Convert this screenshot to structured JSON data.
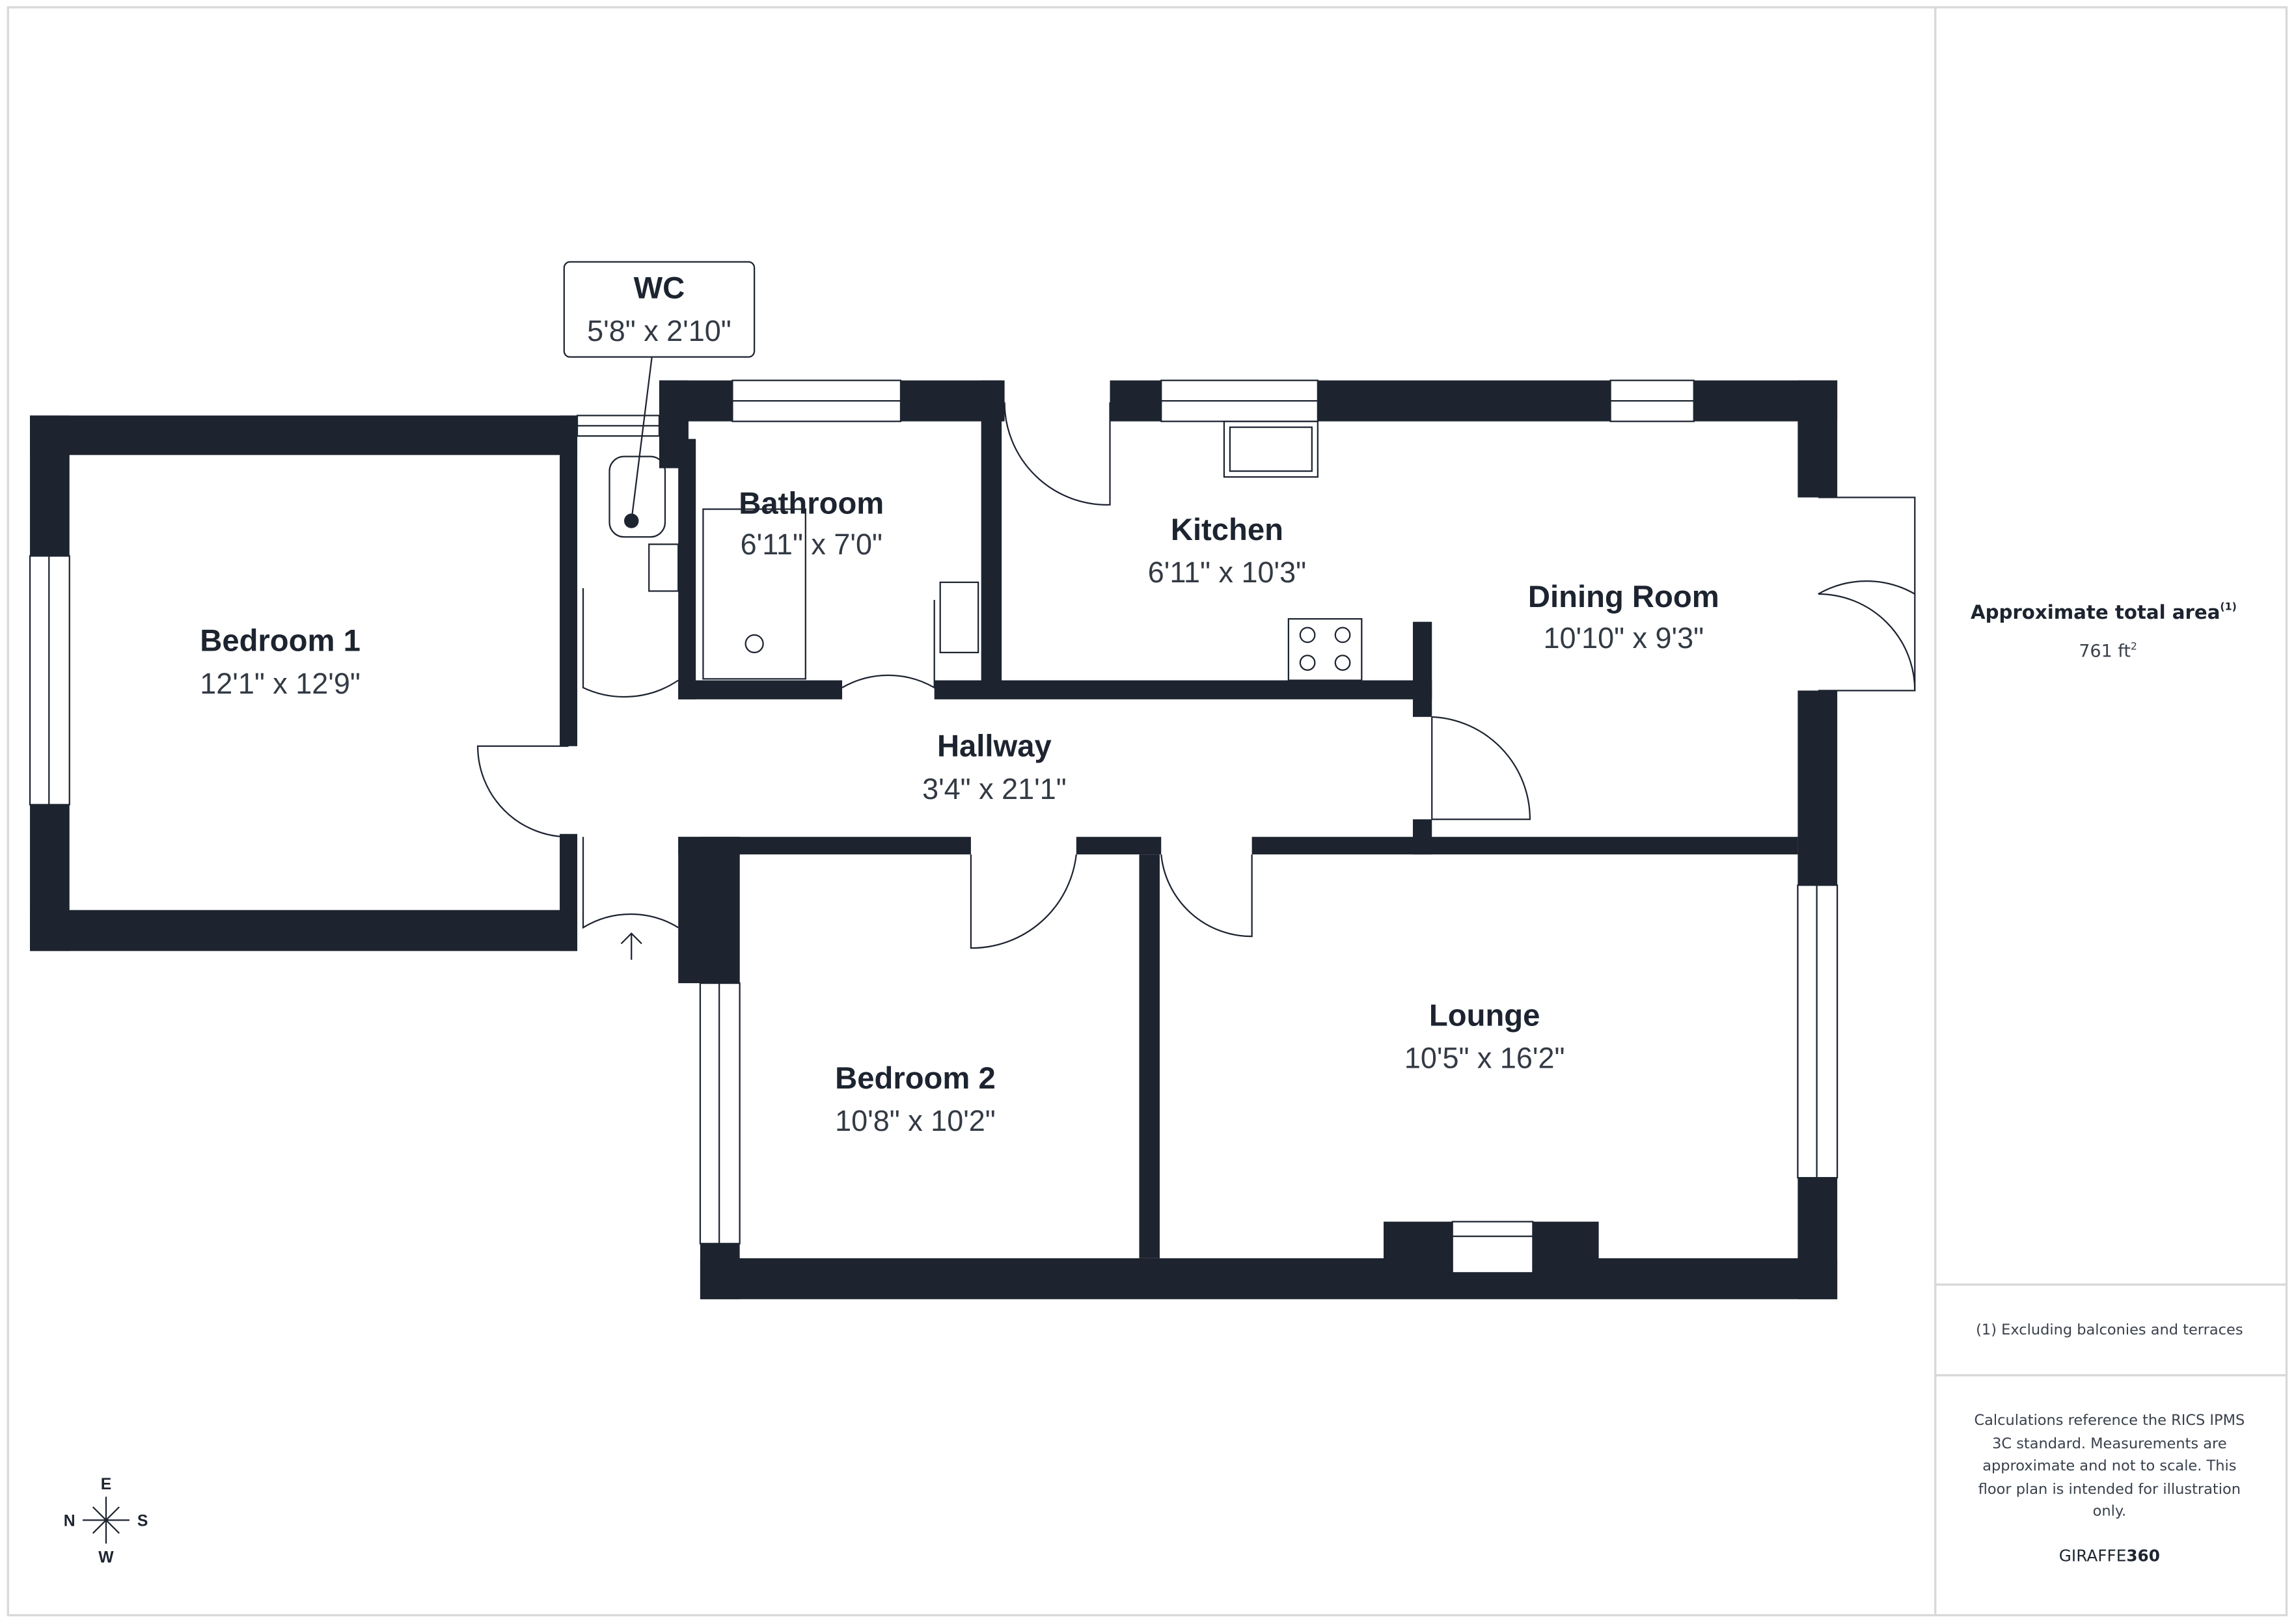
{
  "rooms": {
    "wc": {
      "name": "WC",
      "size": "5'8\" x 2'10\""
    },
    "bedroom1": {
      "name": "Bedroom 1",
      "size": "12'1\" x 12'9\""
    },
    "bathroom": {
      "name": "Bathroom",
      "size": "6'11\" x 7'0\""
    },
    "kitchen": {
      "name": "Kitchen",
      "size": "6'11\" x 10'3\""
    },
    "dining": {
      "name": "Dining Room",
      "size": "10'10\" x 9'3\""
    },
    "hallway": {
      "name": "Hallway",
      "size": "3'4\" x 21'1\""
    },
    "bedroom2": {
      "name": "Bedroom 2",
      "size": "10'8\" x 10'2\""
    },
    "lounge": {
      "name": "Lounge",
      "size": "10'5\" x 16'2\""
    }
  },
  "compass": {
    "n": "N",
    "e": "E",
    "s": "S",
    "w": "W"
  },
  "panel": {
    "area_title": "Approximate total area",
    "area_sup": "(1)",
    "area_value": "761 ft",
    "area_unit_sup": "2",
    "footnote": "(1) Excluding balconies and terraces",
    "disclaimer_lines": [
      "Calculations reference the RICS IPMS",
      "3C standard. Measurements are",
      "approximate and not to scale. This",
      "floor plan is intended for illustration",
      "only."
    ],
    "brand_light": "GIRAFFE",
    "brand_bold": "360"
  },
  "colors": {
    "wall": "#1d2430",
    "text": "#1d2430",
    "border": "#d9d9d9"
  }
}
